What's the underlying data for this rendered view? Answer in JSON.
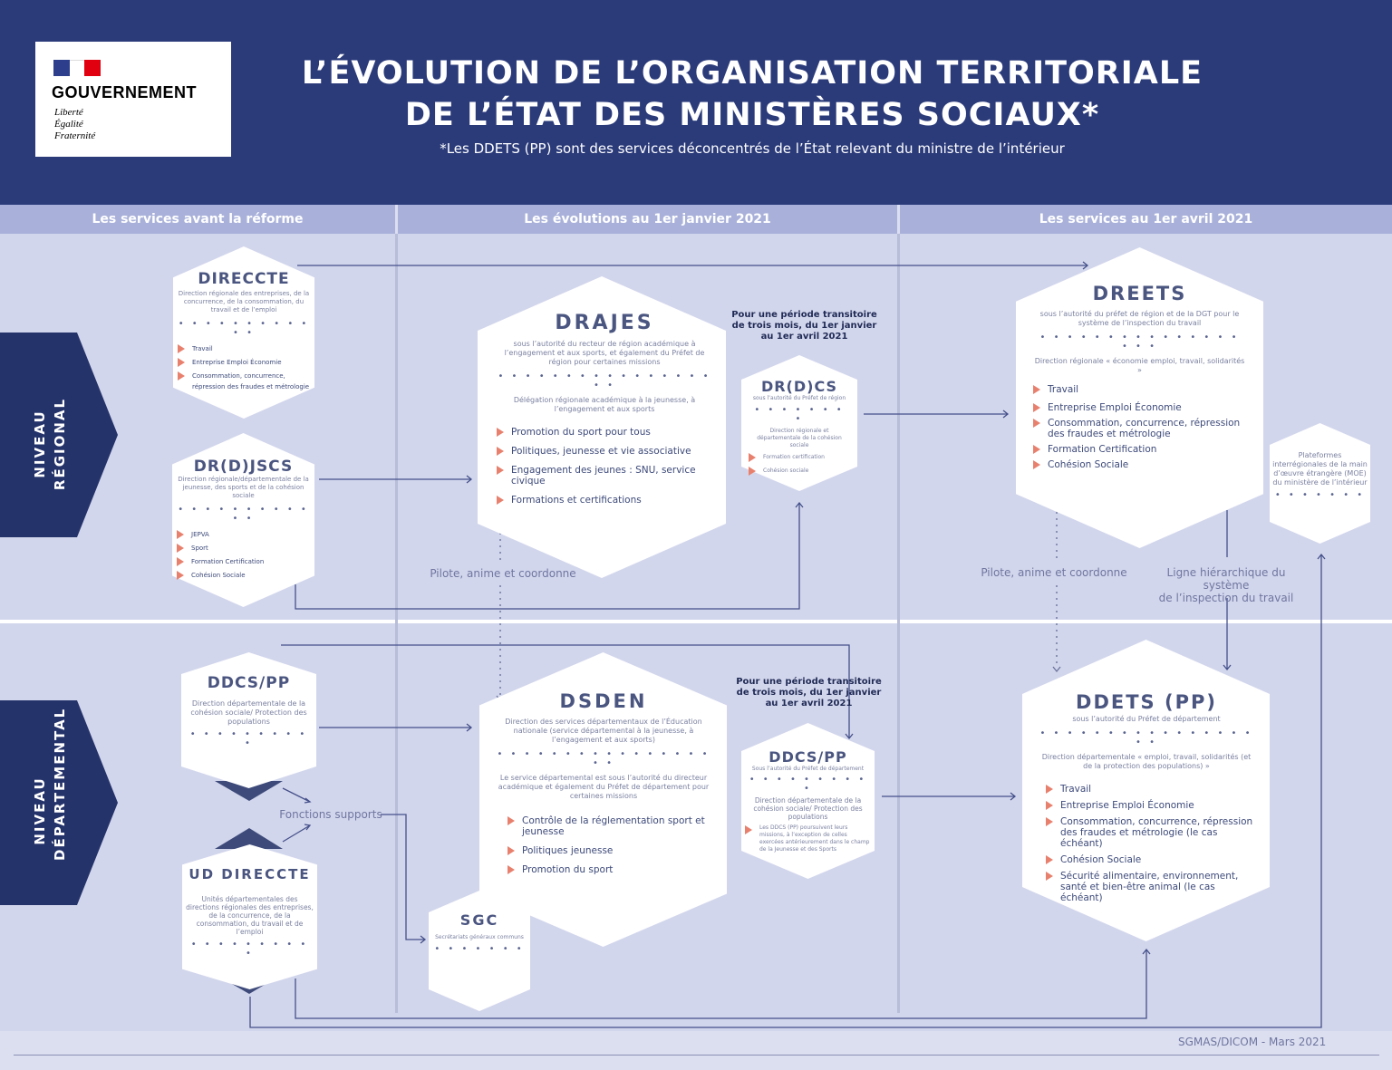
{
  "logo": {
    "name": "GOUVERNEMENT",
    "motto": [
      "Liberté",
      "Égalité",
      "Fraternité"
    ]
  },
  "title": "L’ÉVOLUTION DE L’ORGANISATION TERRITORIALE\nDE L’ÉTAT DES MINISTÈRES SOCIAUX*",
  "subtitle": "*Les DDETS (PP) sont des services déconcentrés de l’État relevant du ministre de l’intérieur",
  "columns": [
    "Les services avant la réforme",
    "Les évolutions au 1er janvier 2021",
    "Les services au 1er avril 2021"
  ],
  "levels": {
    "regional": "NIVEAU\nRÉGIONAL",
    "departemental": "NIVEAU\nDÉPARTEMENTAL"
  },
  "nodes": {
    "directe": {
      "name": "DIRECCTE",
      "desc": "Direction régionale des entreprises, de la concurrence, de la consommation, du travail et de l’emploi",
      "items": [
        "Travail",
        "Entreprise Emploi Économie",
        "Consommation, concurrence, répression des fraudes et métrologie"
      ]
    },
    "drdjscs": {
      "name": "DR(D)JSCS",
      "desc": "Direction régionale/départementale de la jeunesse, des sports et de la cohésion sociale",
      "items": [
        "JEPVA",
        "Sport",
        "Formation Certification",
        "Cohésion Sociale"
      ]
    },
    "drajes": {
      "name": "DRAJES",
      "desc": "sous l’autorité du recteur de région académique à l’engagement et aux sports, et également du Préfet de région pour certaines missions",
      "desc2": "Délégation régionale académique à la jeunesse, à l’engagement et aux sports",
      "items": [
        "Promotion du sport pour tous",
        "Politiques, jeunesse et vie associative",
        "Engagement des jeunes : SNU, service civique",
        "Formations et certifications"
      ]
    },
    "drdcs": {
      "name": "DR(D)CS",
      "desc": "sous l’autorité du Préfet de région",
      "desc2": "Direction régionale et départementale de la cohésion sociale",
      "items": [
        "Formation certification",
        "Cohésion sociale"
      ]
    },
    "dreets": {
      "name": "DREETS",
      "desc": "sous l’autorité du préfet de région et de la DGT pour le système de l’inspection du travail",
      "desc2": "Direction régionale « économie emploi, travail, solidarités »",
      "items": [
        "Travail",
        "Entreprise Emploi Économie",
        "Consommation, concurrence, répression des fraudes et métrologie",
        "Formation Certification",
        "Cohésion Sociale"
      ]
    },
    "moe": {
      "name": "Plateformes interrégionales de la main d’œuvre étrangère (MOE) du ministère de l’intérieur"
    },
    "ddcspp": {
      "name": "DDCS/PP",
      "desc": "Direction départementale de la cohésion sociale/ Protection des populations"
    },
    "uddirecte": {
      "name": "UD DIRECCTE",
      "desc": "Unités départementales des directions régionales des entreprises, de la concurrence, de la consommation, du travail et de l’emploi"
    },
    "dsden": {
      "name": "DSDEN",
      "desc": "Direction des services départementaux de l’Éducation nationale (service départemental à la jeunesse, à l’engagement et aux sports)",
      "desc2": "Le service départemental est sous l’autorité du directeur académique et également du Préfet de département pour certaines missions",
      "items": [
        "Contrôle de la réglementation sport et jeunesse",
        "Politiques jeunesse",
        "Promotion du sport"
      ]
    },
    "ddcspp2": {
      "name": "DDCS/PP",
      "desc": "Sous l’autorité du Préfet de département",
      "desc2": "Direction départementale de la cohésion sociale/ Protection des populations",
      "items": [
        "Les DDCS (PP) poursuivent leurs missions, à l’exception de celles exercées antérieurement dans le champ de la Jeunesse et des Sports"
      ]
    },
    "ddets": {
      "name": "DDETS (PP)",
      "desc": "sous l’autorité du Préfet de département",
      "desc2": "Direction départementale « emploi, travail, solidarités (et de la protection des populations) »",
      "items": [
        "Travail",
        "Entreprise Emploi Économie",
        "Consommation, concurrence, répression des fraudes et métrologie (le cas échéant)",
        "Cohésion Sociale",
        "Sécurité alimentaire, environnement, santé et bien-être animal (le cas échéant)"
      ]
    },
    "sgc": {
      "name": "SGC",
      "desc": "Secrétariats généraux communs"
    }
  },
  "notes": {
    "transit1": "Pour une période transitoire\nde trois mois, du 1er janvier\nau 1er avril 2021",
    "transit2": "Pour une période transitoire\nde trois mois, du 1er janvier\nau 1er avril 2021"
  },
  "labels": {
    "pilote1": "Pilote, anime et coordonne",
    "pilote2": "Pilote, anime et coordonne",
    "ligne": "Ligne hiérarchique du système\nde l’inspection du travail",
    "fonctions": "Fonctions supports"
  },
  "footer": "SGMAS/DICOM - Mars 2021",
  "colors": {
    "navy": "#2b3b7a",
    "accent": "#e8806e",
    "band": "#d2d6ec"
  }
}
